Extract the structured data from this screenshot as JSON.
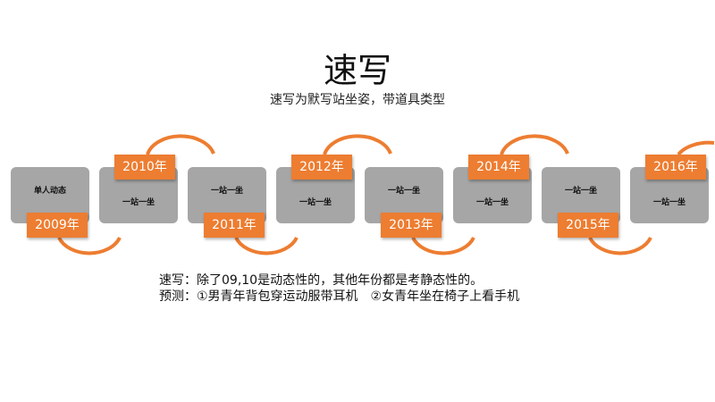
{
  "title": "速写",
  "subtitle": "速写为默写站坐姿，带道具类型",
  "accent": "#ed7d31",
  "timeline": [
    {
      "year": "2009年",
      "box": "单人动态"
    },
    {
      "year": "2010年",
      "box": "一站一坐"
    },
    {
      "year": "2011年",
      "box": "一站一坐"
    },
    {
      "year": "2012年",
      "box": "一站一坐"
    },
    {
      "year": "2013年",
      "box": "一站一坐"
    },
    {
      "year": "2014年",
      "box": "一站一坐"
    },
    {
      "year": "2015年",
      "box": "一站一坐"
    },
    {
      "year": "2016年",
      "box": "一站一坐"
    }
  ],
  "notes": {
    "line1": "速写：除了09,10是动态性的，其他年份都是考静态性的。",
    "line2": "预测：①男青年背包穿运动服带耳机　②女青年坐在椅子上看手机"
  }
}
